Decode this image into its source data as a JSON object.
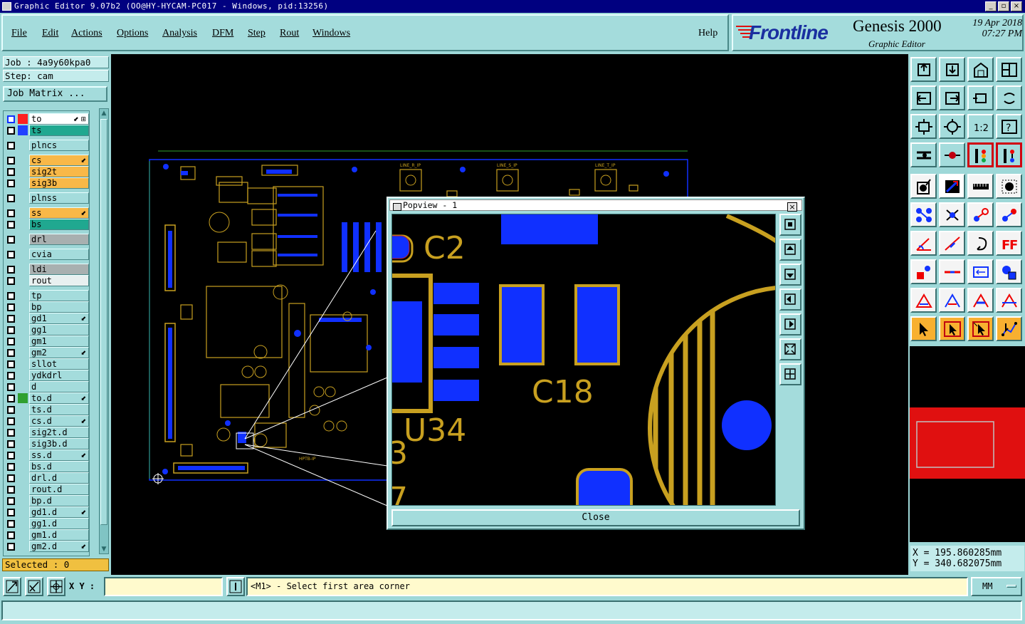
{
  "window": {
    "title": "Graphic Editor 9.07b2 (OO@HY-HYCAM-PC017 - Windows, pid:13256)"
  },
  "menu": {
    "items": [
      "File",
      "Edit",
      "Actions",
      "Options",
      "Analysis",
      "DFM",
      "Step",
      "Rout",
      "Windows"
    ],
    "help": "Help"
  },
  "brand": {
    "logo": "Frontline",
    "product": "Genesis 2000",
    "subtitle": "Graphic Editor",
    "date": "19 Apr 2018",
    "time": "07:27 PM"
  },
  "job": {
    "job_label": "Job : 4a9y60kpa0",
    "step_label": "Step: cam",
    "matrix_button": "Job Matrix ..."
  },
  "layers": [
    {
      "name": "to",
      "swatch": "#ff2020",
      "active": "work",
      "arrow": "⬋ ⊞"
    },
    {
      "name": "ts",
      "swatch": "#2040ff",
      "active": "teal",
      "arrow": ""
    },
    {
      "name": "plncs",
      "swatch": "",
      "active": "",
      "arrow": "",
      "gap": true
    },
    {
      "name": "cs",
      "swatch": "",
      "active": "orange",
      "arrow": "⬋",
      "gap": true
    },
    {
      "name": "sig2t",
      "swatch": "",
      "active": "orange",
      "arrow": ""
    },
    {
      "name": "sig3b",
      "swatch": "",
      "active": "orange",
      "arrow": ""
    },
    {
      "name": "plnss",
      "swatch": "",
      "active": "",
      "arrow": "",
      "gap": true
    },
    {
      "name": "ss",
      "swatch": "",
      "active": "orange",
      "arrow": "⬋",
      "gap": true
    },
    {
      "name": "bs",
      "swatch": "",
      "active": "teal",
      "arrow": ""
    },
    {
      "name": "drl",
      "swatch": "",
      "active": "gray",
      "arrow": "",
      "gap": true
    },
    {
      "name": "cvia",
      "swatch": "",
      "active": "",
      "arrow": "",
      "gap": true
    },
    {
      "name": "ldi",
      "swatch": "",
      "active": "gray",
      "arrow": "",
      "gap": true
    },
    {
      "name": "rout",
      "swatch": "",
      "active": "light",
      "arrow": ""
    },
    {
      "name": "tp",
      "swatch": "",
      "active": "",
      "arrow": "",
      "gap": true
    },
    {
      "name": "bp",
      "swatch": "",
      "active": "",
      "arrow": ""
    },
    {
      "name": "gd1",
      "swatch": "",
      "active": "",
      "arrow": "⬋"
    },
    {
      "name": "gg1",
      "swatch": "",
      "active": "",
      "arrow": ""
    },
    {
      "name": "gm1",
      "swatch": "",
      "active": "",
      "arrow": ""
    },
    {
      "name": "gm2",
      "swatch": "",
      "active": "",
      "arrow": "⬋"
    },
    {
      "name": "sllot",
      "swatch": "",
      "active": "",
      "arrow": ""
    },
    {
      "name": "ydkdrl",
      "swatch": "",
      "active": "",
      "arrow": ""
    },
    {
      "name": "d",
      "swatch": "",
      "active": "",
      "arrow": ""
    },
    {
      "name": "to.d",
      "swatch": "#30a030",
      "active": "",
      "arrow": "⬋"
    },
    {
      "name": "ts.d",
      "swatch": "",
      "active": "",
      "arrow": ""
    },
    {
      "name": "cs.d",
      "swatch": "",
      "active": "",
      "arrow": "⬋"
    },
    {
      "name": "sig2t.d",
      "swatch": "",
      "active": "",
      "arrow": ""
    },
    {
      "name": "sig3b.d",
      "swatch": "",
      "active": "",
      "arrow": ""
    },
    {
      "name": "ss.d",
      "swatch": "",
      "active": "",
      "arrow": "⬋"
    },
    {
      "name": "bs.d",
      "swatch": "",
      "active": "",
      "arrow": ""
    },
    {
      "name": "drl.d",
      "swatch": "",
      "active": "",
      "arrow": ""
    },
    {
      "name": "rout.d",
      "swatch": "",
      "active": "",
      "arrow": ""
    },
    {
      "name": "bp.d",
      "swatch": "",
      "active": "",
      "arrow": ""
    },
    {
      "name": "gd1.d",
      "swatch": "",
      "active": "",
      "arrow": "⬋"
    },
    {
      "name": "gg1.d",
      "swatch": "",
      "active": "",
      "arrow": ""
    },
    {
      "name": "gm1.d",
      "swatch": "",
      "active": "",
      "arrow": ""
    },
    {
      "name": "gm2.d",
      "swatch": "",
      "active": "",
      "arrow": "⬋"
    }
  ],
  "selected": "Selected : 0",
  "coords": {
    "x": "X  =  195.860285mm",
    "y": "Y  =  340.682075mm"
  },
  "bottom": {
    "xy_label": "X Y :",
    "xy_value": "",
    "prompt": "<M1> - Select first area corner",
    "units": "MM"
  },
  "popview": {
    "title": "Popview - 1",
    "close_label": "Close"
  },
  "pcb": {
    "board_labels": [
      "LINE_R_IP",
      "LINE_S_IP",
      "LINE_T_IP",
      "HPTB-IP"
    ],
    "popview_labels": [
      "C2",
      "C18",
      "U34",
      "3",
      "7"
    ]
  },
  "colors": {
    "copper": "#c8a020",
    "pad": "#1030ff",
    "outline": "#ffffff",
    "panel": "#9ed8d8",
    "accent": "#f0c040"
  }
}
